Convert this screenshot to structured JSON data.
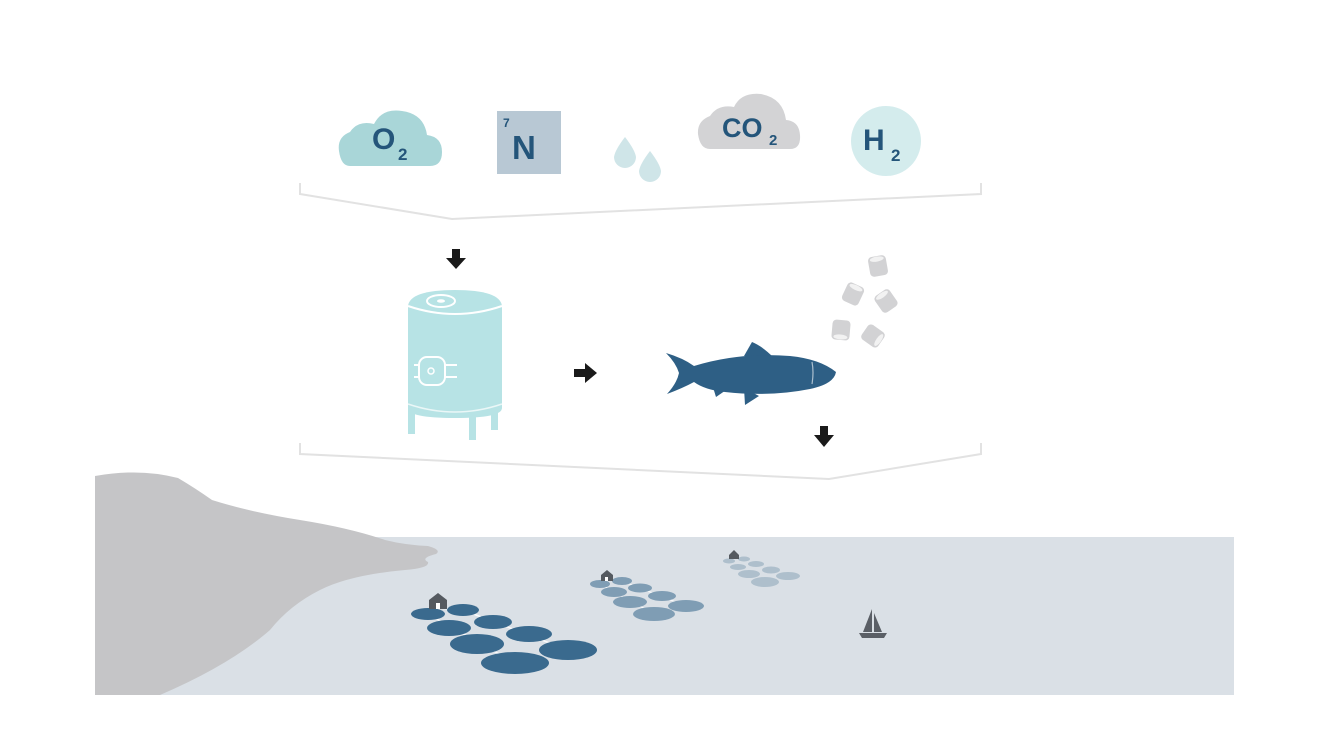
{
  "inputs": {
    "oxygen": {
      "main": "O",
      "sub": "2"
    },
    "nitrogen": {
      "main": "N",
      "number": "7"
    },
    "carbon_dioxide": {
      "main": "CO",
      "sub": "2"
    },
    "hydrogen": {
      "main": "H",
      "sub": "2"
    }
  },
  "colors": {
    "oxygen_cloud": "#a9d6d8",
    "nitrogen_tile": "#b8c8d4",
    "water_drop": "#cfe5e8",
    "co2_cloud": "#d3d3d5",
    "hydrogen_circle": "#d4eced",
    "label_text": "#24557a",
    "tank": "#b7e3e5",
    "fish": "#2e5f85",
    "feed_pellet": "#d2d2d4",
    "arrow": "#1a1a1a",
    "bracket": "#e2e2e2",
    "land": "#c5c5c7",
    "sea": "#dae0e6",
    "pen_near": "#3a6a8e",
    "pen_mid": "#7f9db4",
    "pen_far": "#aebfcc",
    "building": "#555a60",
    "boat": "#5a5f66"
  },
  "icons": [
    "oxygen-cloud-icon",
    "nitrogen-tile-icon",
    "water-drops-icon",
    "co2-cloud-icon",
    "hydrogen-circle-icon",
    "arrow-down-icon",
    "arrow-right-icon",
    "fermentation-tank-icon",
    "fish-icon",
    "feed-pellets-icon",
    "fish-farm-pens-icon",
    "sailboat-icon",
    "coastline"
  ]
}
